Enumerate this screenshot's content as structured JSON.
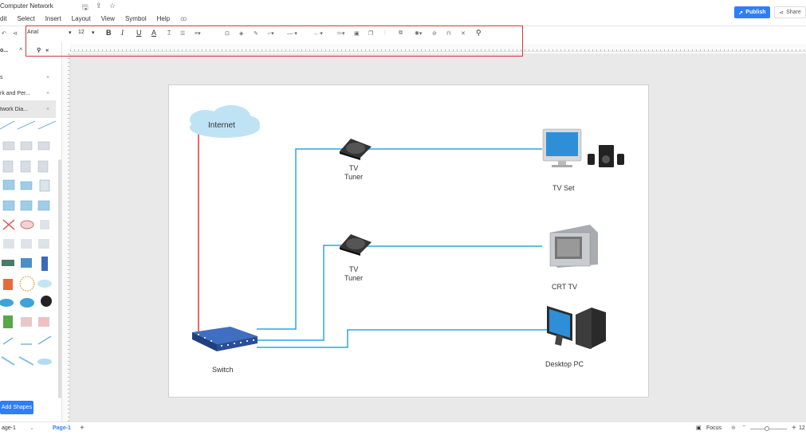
{
  "app": {
    "doc_title": "Computer Network",
    "menus": [
      "dit",
      "Select",
      "Insert",
      "Layout",
      "View",
      "Symbol",
      "Help"
    ],
    "publish_label": "Publish",
    "share_label": "Share"
  },
  "toolbar": {
    "font_family": "Arial",
    "font_size": "12",
    "bold": "B",
    "italic": "I",
    "underline": "U",
    "font_color": "A"
  },
  "sidebar": {
    "header": "o...",
    "libraries": [
      {
        "label": "s"
      },
      {
        "label": "rk and Per..."
      },
      {
        "label": "twork Dia..."
      }
    ],
    "add_shapes_label": "Add Shapes"
  },
  "diagram": {
    "nodes": [
      {
        "label": "Internet"
      },
      {
        "label": "TV\nTuner"
      },
      {
        "label": "TV\nTuner"
      },
      {
        "label": "TV Set"
      },
      {
        "label": "CRT TV"
      },
      {
        "label": "Desktop PC"
      },
      {
        "label": "Switch"
      }
    ],
    "colors": {
      "internet_link": "#e53935",
      "cable": "#29a8e0",
      "cloud": "#bfe3f5"
    }
  },
  "statusbar": {
    "page_selector": "age-1",
    "page_tab": "Page-1",
    "focus_label": "Focus",
    "zoom": "12"
  }
}
